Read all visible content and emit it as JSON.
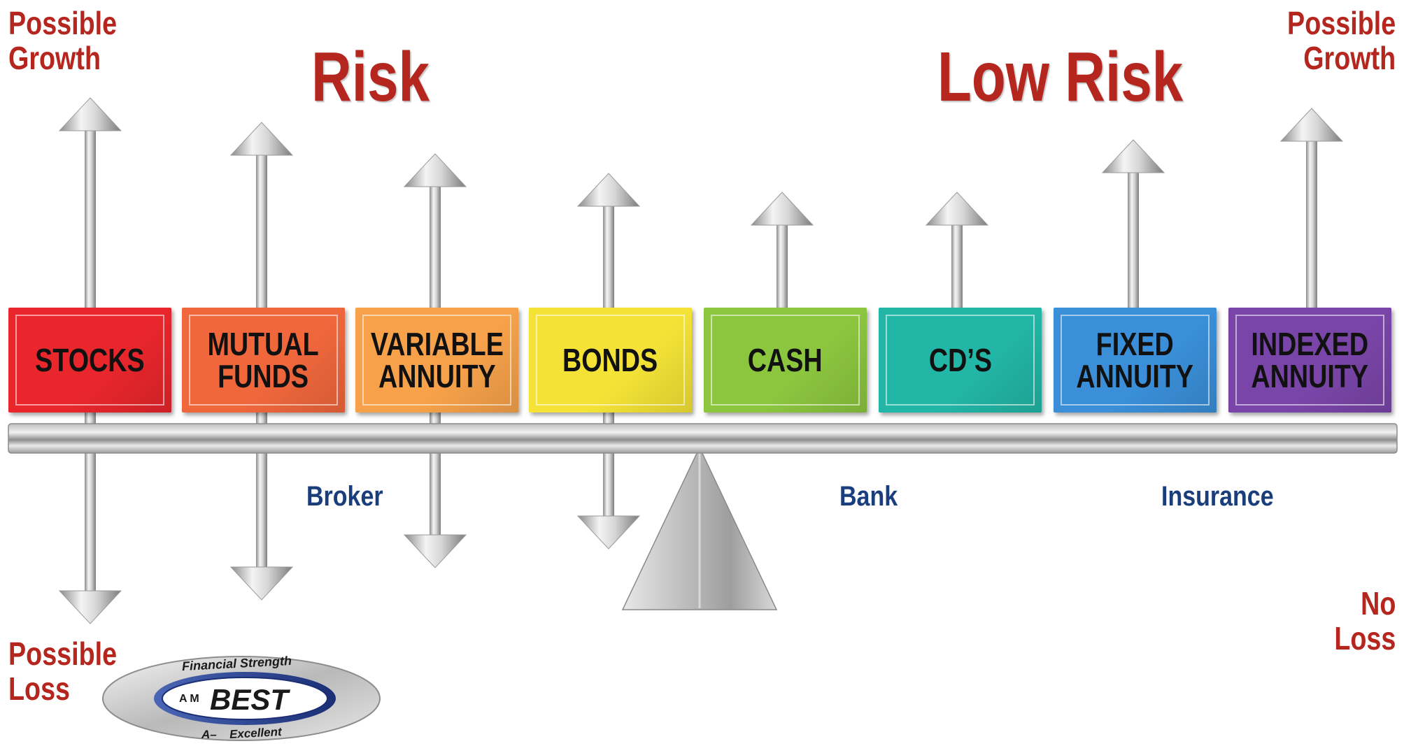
{
  "corners": {
    "top_left": [
      "Possible",
      "Growth"
    ],
    "top_right": [
      "Possible",
      "Growth"
    ],
    "bottom_left": [
      "Possible",
      "Loss"
    ],
    "bottom_right": [
      "No",
      "Loss"
    ]
  },
  "headings": {
    "risk": "Risk",
    "low_risk": "Low Risk"
  },
  "channels": {
    "broker": "Broker",
    "bank": "Bank",
    "insurance": "Insurance"
  },
  "products": [
    {
      "label": "STOCKS",
      "color": "#e8262c"
    },
    {
      "label": "MUTUAL\nFUNDS",
      "color": "#f0673c"
    },
    {
      "label": "VARIABLE\nANNUITY",
      "color": "#f7a24a"
    },
    {
      "label": "BONDS",
      "color": "#f4e336"
    },
    {
      "label": "CASH",
      "color": "#8cc63f"
    },
    {
      "label": "CD’S",
      "color": "#22b6a6"
    },
    {
      "label": "FIXED\nANNUITY",
      "color": "#3a8fd8"
    },
    {
      "label": "INDEXED\nANNUITY",
      "color": "#7a45a8"
    }
  ],
  "badge": {
    "top_text": "Financial Strength",
    "brand_small": "A M",
    "brand": "BEST",
    "rating": "A–",
    "rating_text": "Excellent"
  }
}
